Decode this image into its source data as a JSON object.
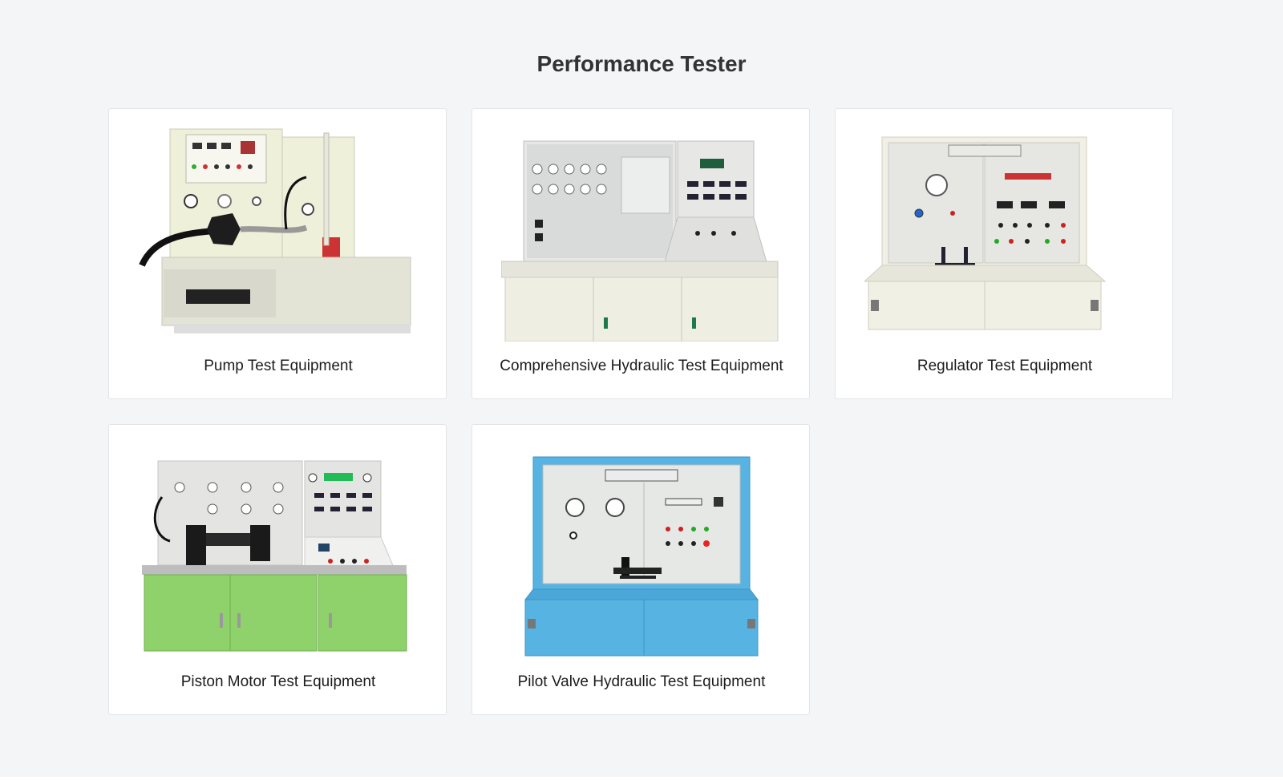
{
  "page": {
    "title": "Performance Tester"
  },
  "products": [
    {
      "name": "Pump Test Equipment"
    },
    {
      "name": "Comprehensive Hydraulic Test Equipment"
    },
    {
      "name": "Regulator Test Equipment"
    },
    {
      "name": "Piston Motor Test Equipment"
    },
    {
      "name": "Pilot Valve Hydraulic Test Equipment"
    }
  ],
  "colors": {
    "background": "#f4f5f7",
    "card": "#ffffff",
    "cabinet_cream": "#efeee3",
    "cabinet_green": "#8fd16a",
    "cabinet_blue": "#57b3e2"
  }
}
